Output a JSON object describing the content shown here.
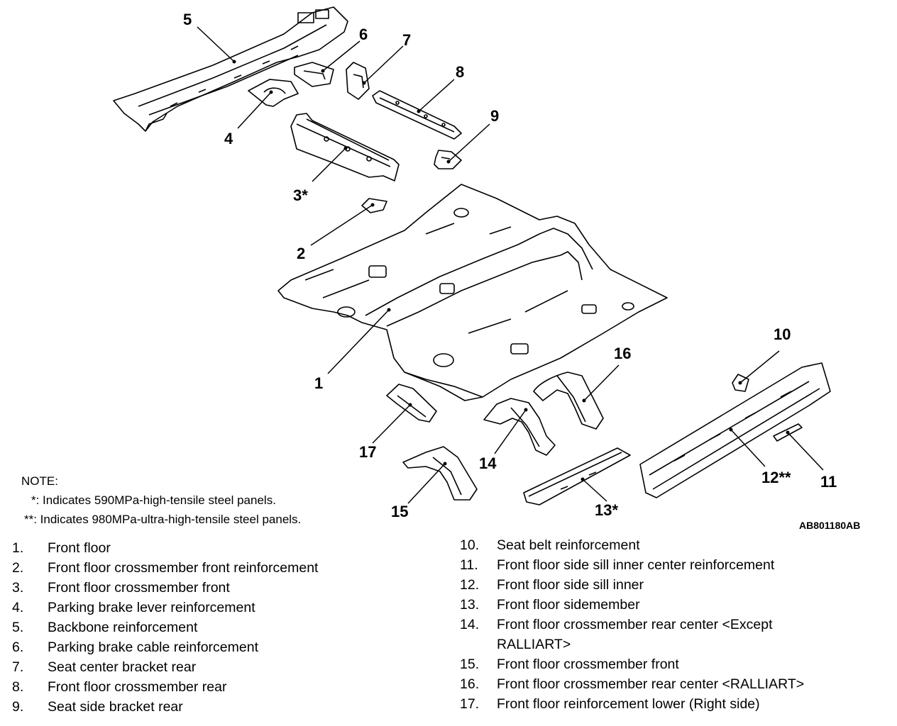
{
  "callouts": [
    "5",
    "6",
    "7",
    "8",
    "4",
    "9",
    "3*",
    "2",
    "1",
    "10",
    "16",
    "17",
    "14",
    "12**",
    "11",
    "15",
    "13*"
  ],
  "note": {
    "title": "NOTE:",
    "lines": [
      "*: Indicates 590MPa-high-tensile steel panels.",
      "**: Indicates 980MPa-ultra-high-tensile steel panels."
    ]
  },
  "figure_id": "AB801180AB",
  "legend_left": [
    {
      "num": "1.",
      "text": "Front floor"
    },
    {
      "num": "2.",
      "text": "Front floor crossmember front reinforcement"
    },
    {
      "num": "3.",
      "text": "Front floor crossmember front"
    },
    {
      "num": "4.",
      "text": "Parking brake lever reinforcement"
    },
    {
      "num": "5.",
      "text": "Backbone reinforcement"
    },
    {
      "num": "6.",
      "text": "Parking brake cable reinforcement"
    },
    {
      "num": "7.",
      "text": "Seat center bracket rear"
    },
    {
      "num": "8.",
      "text": "Front floor crossmember rear"
    },
    {
      "num": "9.",
      "text": "Seat side bracket rear"
    }
  ],
  "legend_right": [
    {
      "num": "10.",
      "text": "Seat belt reinforcement"
    },
    {
      "num": "11.",
      "text": "Front floor side sill inner center reinforcement"
    },
    {
      "num": "12.",
      "text": "Front floor side sill inner"
    },
    {
      "num": "13.",
      "text": "Front floor sidemember"
    },
    {
      "num": "14.",
      "text": "Front floor crossmember rear center <Except RALLIART>"
    },
    {
      "num": "15.",
      "text": "Front floor crossmember front"
    },
    {
      "num": "16.",
      "text": "Front floor crossmember rear center <RALLIART>"
    },
    {
      "num": "17.",
      "text": "Front floor reinforcement lower (Right side)"
    }
  ]
}
